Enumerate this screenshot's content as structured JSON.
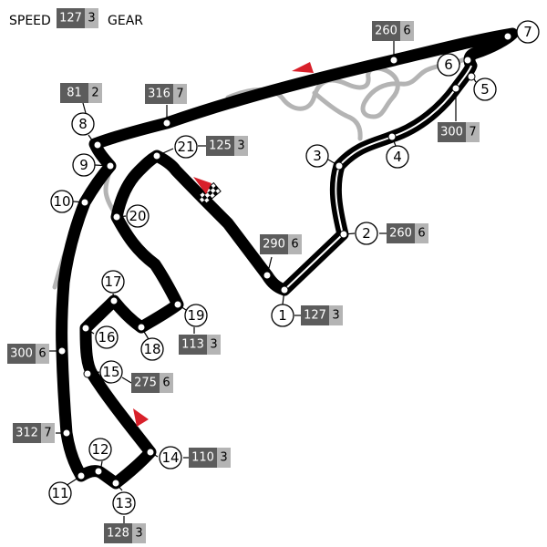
{
  "legend": {
    "speed_label": "SPEED",
    "speed_sample": "127",
    "gear_sample": "3",
    "gear_label": "GEAR"
  },
  "colors": {
    "track": "#000000",
    "runoff": "#b4b4b4",
    "speed_box": "#5c5c5c",
    "gear_box": "#b4b4b4",
    "arrow": "#d8202a"
  },
  "icons": {
    "start_finish": "checkered-flag-icon",
    "direction": "direction-arrow-icon"
  },
  "corners": [
    {
      "number": "1",
      "speed": "127",
      "gear": "3"
    },
    {
      "number": "2",
      "speed": "260",
      "gear": "6"
    },
    {
      "number": "3"
    },
    {
      "number": "4"
    },
    {
      "number": "5"
    },
    {
      "number": "6"
    },
    {
      "number": "7"
    },
    {
      "number": "8",
      "speed": "81",
      "gear": "2"
    },
    {
      "number": "9"
    },
    {
      "number": "10"
    },
    {
      "number": "11"
    },
    {
      "number": "12"
    },
    {
      "number": "13",
      "speed": "128",
      "gear": "3"
    },
    {
      "number": "14",
      "speed": "110",
      "gear": "3"
    },
    {
      "number": "15",
      "speed": "275",
      "gear": "6"
    },
    {
      "number": "16"
    },
    {
      "number": "17"
    },
    {
      "number": "18"
    },
    {
      "number": "19",
      "speed": "113",
      "gear": "3"
    },
    {
      "number": "20"
    },
    {
      "number": "21",
      "speed": "125",
      "gear": "3"
    }
  ],
  "speed_points": [
    {
      "speed": "260",
      "gear": "6"
    },
    {
      "speed": "300",
      "gear": "7"
    },
    {
      "speed": "316",
      "gear": "7"
    },
    {
      "speed": "290",
      "gear": "6"
    },
    {
      "speed": "300",
      "gear": "6"
    },
    {
      "speed": "312",
      "gear": "7"
    }
  ]
}
